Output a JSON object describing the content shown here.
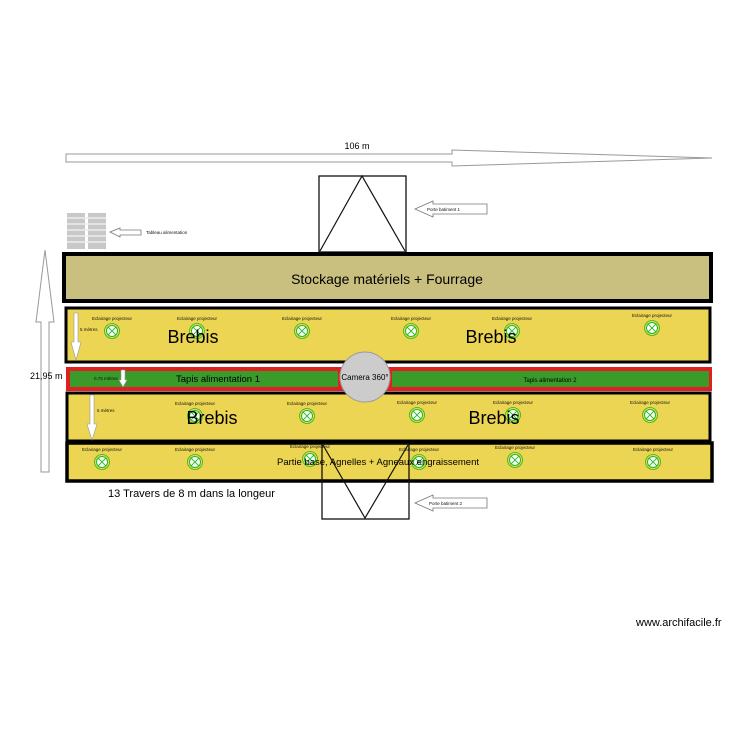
{
  "dimensions": {
    "length": "106 m",
    "width": "21,95 m"
  },
  "labels": {
    "storage": "Stockage matériels + Fourrage",
    "brebis": [
      "Brebis",
      "Brebis",
      "Brebis",
      "Brebis"
    ],
    "feed_belt_1": "Tapis alimentation 1",
    "feed_belt_2": "Tapis alimentation 2",
    "camera": "Camera 360°",
    "lower_section": "Partie base, Agnelles + Agneaux engraissement",
    "belt_width": "0,75 mètres",
    "pen_depth_1": "5 mètres",
    "pen_depth_2": "5 mètres",
    "door_1": "Porte batiment 1",
    "door_2": "Porte batiment 2",
    "power_panel": "Tableau alimentation",
    "crossbars": "13 Travers de 8 m dans la longeur",
    "watermark": "www.archifacile.fr"
  },
  "light_label": "Eclairage projecteur",
  "colors": {
    "storage": "#c9bf7f",
    "pen": "#ecd552",
    "belt": "#3a9a2a",
    "belt_border": "#e02020",
    "camera": "#cccccc",
    "light": "#22bb22"
  }
}
